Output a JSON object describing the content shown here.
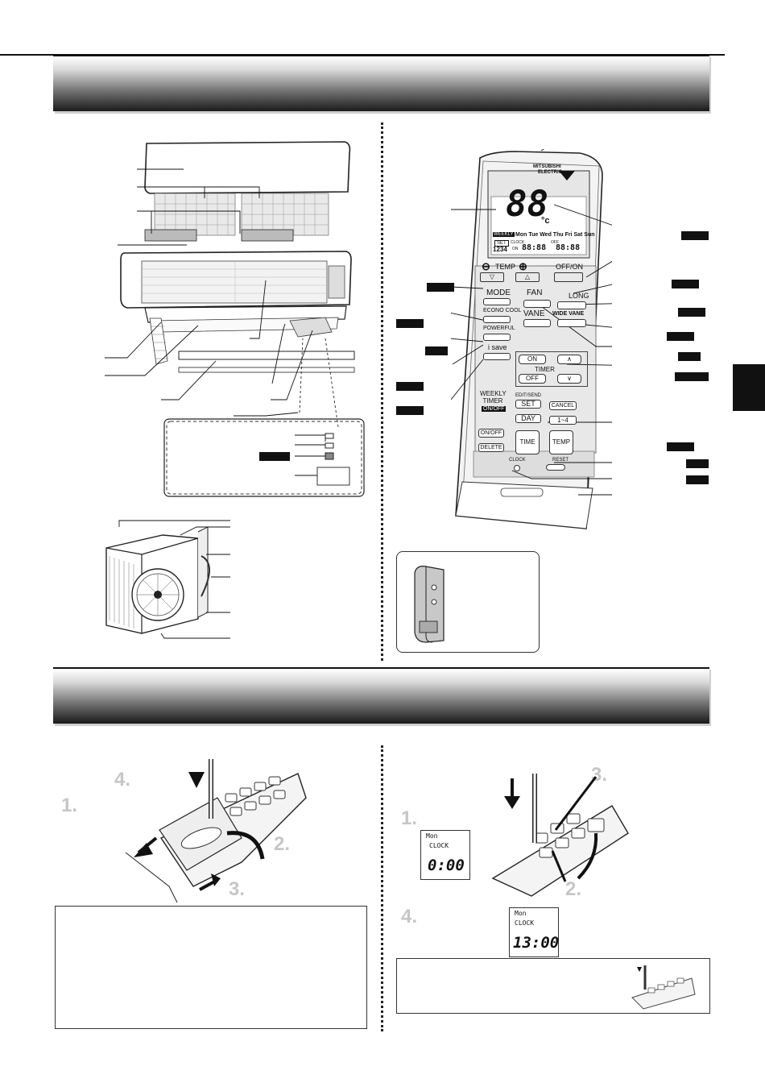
{
  "remote": {
    "brand_line1": "MITSUBISHI",
    "brand_line2": "ELECTRIC",
    "lcd_temp": "88",
    "lcd_unit": "°c",
    "lcd_weekly": "WEEKLY",
    "lcd_days": "Mon Tue Wed Thu Fri Sat Sun",
    "lcd_set": "SET",
    "lcd_clock": "CLOCK",
    "lcd_on": "ON",
    "lcd_off": "OFF",
    "lcd_slots": "1234",
    "lcd_time1": "88:88",
    "lcd_time2": "88:88",
    "temp_label": "TEMP",
    "offon_label": "OFF/ON",
    "mode_label": "MODE",
    "econo_label": "ECONO COOL",
    "powerful_label": "POWERFUL",
    "isave_label": "i save",
    "fan_label": "FAN",
    "vane_label": "VANE",
    "long_label": "LONG",
    "widevane_label": "WIDE VANE",
    "timer_on": "ON",
    "timer_label": "TIMER",
    "timer_off": "OFF",
    "weekly_label": "WEEKLY\nTIMER",
    "weekly_onoff": "ON/OFF",
    "editsend_label": "EDIT/SEND",
    "set_button": "SET",
    "cancel_button": "CANCEL",
    "day_button": "DAY",
    "one_four_button": "1~4",
    "onoff_button": "ON/OFF",
    "delete_button": "DELETE",
    "time_button": "TIME",
    "temp_button": "TEMP",
    "clock_label": "CLOCK",
    "reset_label": "RESET"
  },
  "battery_steps": {
    "s1": "1.",
    "s2": "2.",
    "s3": "3.",
    "s4": "4."
  },
  "clock_steps": {
    "s1": "1.",
    "s2": "2.",
    "s3": "3.",
    "s4": "4."
  },
  "clock_lcd1": {
    "day": "Mon",
    "label": "CLOCK",
    "time": "0:00"
  },
  "clock_lcd2": {
    "day": "Mon",
    "label": "CLOCK",
    "time": "13:00"
  }
}
